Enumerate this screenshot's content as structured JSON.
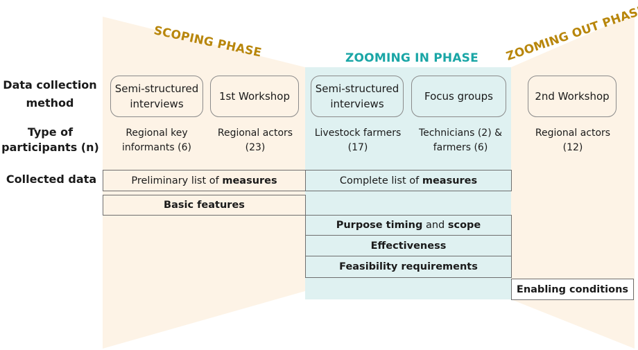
{
  "phases": {
    "scoping": "SCOPING PHASE",
    "zooming_in": "ZOOMING IN PHASE",
    "zooming_out": "ZOOMING OUT PHASE"
  },
  "row_labels": {
    "method_line1": "Data collection",
    "method_line2": "method",
    "participants_line1": "Type of",
    "participants_line2": "participants (n)",
    "collected": "Collected data"
  },
  "methods": {
    "m1_line1": "Semi-structured",
    "m1_line2": "interviews",
    "m2": "1st Workshop",
    "m3_line1": "Semi-structured",
    "m3_line2": "interviews",
    "m4": "Focus groups",
    "m5": "2nd Workshop"
  },
  "participants": {
    "p1_line1": "Regional key",
    "p1_line2": "informants (6)",
    "p2_line1": "Regional actors",
    "p2_line2": "(23)",
    "p3_line1": "Livestock farmers",
    "p3_line2": "(17)",
    "p4_line1": "Technicians (2) &",
    "p4_line2": "farmers (6)",
    "p5_line1": "Regional actors",
    "p5_line2": "(12)"
  },
  "collected": {
    "prelim_prefix": "Preliminary list of ",
    "prelim_bold": "measures",
    "complete_prefix": "Complete list of ",
    "complete_bold": "measures",
    "basic": "Basic features",
    "purpose_bold1": "Purpose timing",
    "purpose_mid": " and ",
    "purpose_bold2": "scope",
    "effectiveness": "Effectiveness",
    "feasibility": "Feasibility requirements",
    "enabling": "Enabling conditions"
  },
  "colors": {
    "beige": "#fdf3e6",
    "teal_bg": "#dff1f1",
    "gold": "#b8860b",
    "teal_text": "#1aa6a6"
  }
}
